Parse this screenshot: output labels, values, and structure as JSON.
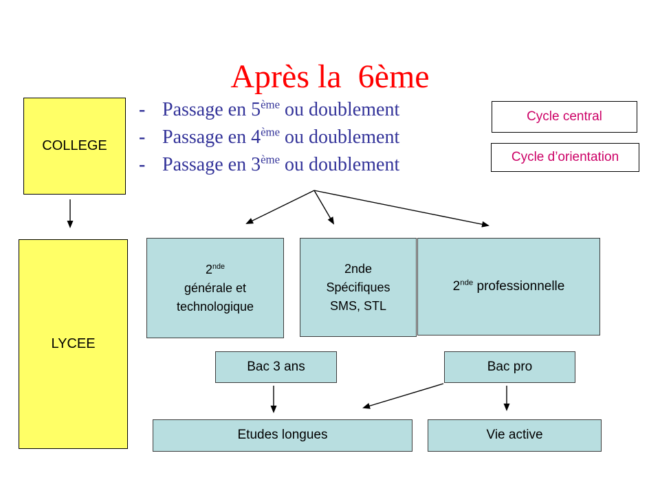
{
  "slide": {
    "title": "Après la  6ème",
    "bullets": [
      {
        "dash": "-",
        "pre": "Passage en 5",
        "sup": "ème",
        "post": " ou doublement"
      },
      {
        "dash": "-",
        "pre": "Passage en 4",
        "sup": "ème",
        "post": " ou doublement"
      },
      {
        "dash": "-",
        "pre": "Passage en 3",
        "sup": "ème",
        "post": " ou doublement"
      }
    ],
    "legend": {
      "cycle_central": "Cycle central",
      "cycle_orientation": "Cycle d’orientation"
    },
    "nodes": {
      "college": "COLLEGE",
      "lycee": "LYCEE",
      "seconde_gt": {
        "base": "2",
        "sup": "nde",
        "line2": "générale et",
        "line3": "technologique"
      },
      "seconde_spec": {
        "line1": "2nde",
        "line2": "Spécifiques",
        "line3": "SMS, STL"
      },
      "seconde_pro": {
        "base": "2",
        "sup": "nde",
        "rest": " professionnelle"
      },
      "bac_3_ans": "Bac 3 ans",
      "bac_pro": "Bac pro",
      "etudes_longues": "Etudes longues",
      "vie_active": "Vie active"
    },
    "colors": {
      "title_red": "#FF0000",
      "bullet_navy": "#333399",
      "legend_magenta": "#CC0066",
      "yellow_box": "#FFFF66",
      "blue_box": "#B8DEE0",
      "arrow_black": "#000000"
    }
  }
}
